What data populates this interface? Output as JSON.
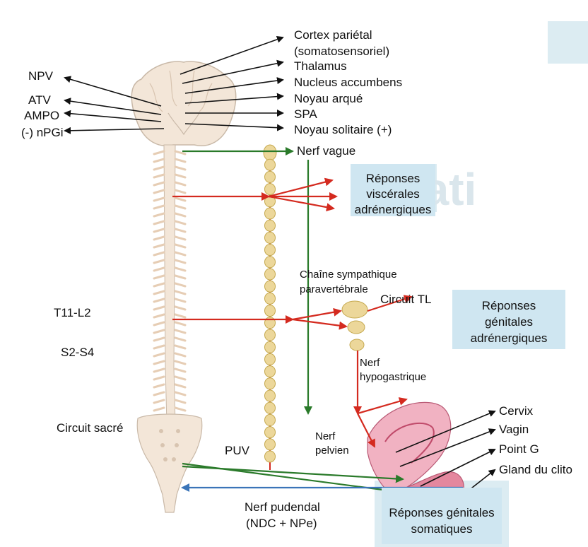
{
  "labels_left": {
    "npv": "NPV",
    "atv": "ATV",
    "ampo": "AMPO",
    "npgi": "(-) nPGi",
    "t11_l2": "T11-L2",
    "s2_s4": "S2-S4",
    "circuit_sacre": "Circuit sacré"
  },
  "labels_brain": {
    "cortex_line1": "Cortex pariétal",
    "cortex_line2": "(somatosensoriel)",
    "thalamus": "Thalamus",
    "nucleus": "Nucleus accumbens",
    "noyau_arque": "Noyau arqué",
    "spa": "SPA",
    "noyau_solitaire": "Noyau solitaire (+)"
  },
  "labels_center": {
    "nerf_vague": "Nerf vague",
    "chaine_line1": "Chaîne sympathique",
    "chaine_line2": "paravertébrale",
    "circuit_tl": "Circuit TL",
    "nerf_hypo_line1": "Nerf",
    "nerf_hypo_line2": "hypogastrique",
    "nerf_pelvien_line1": "Nerf",
    "nerf_pelvien_line2": "pelvien",
    "puv": "PUV",
    "nerf_pudendal_line1": "Nerf pudendal",
    "nerf_pudendal_line2": "(NDC + NPe)"
  },
  "labels_right": {
    "cervix": "Cervix",
    "vagin": "Vagin",
    "point_g": "Point G",
    "gland": "Gland du clito"
  },
  "boxes": {
    "visc_line1": "Réponses",
    "visc_line2": "viscérales",
    "visc_line3": "adrénergiques",
    "gen_line1": "Réponses",
    "gen_line2": "génitales",
    "gen_line3": "adrénergiques",
    "som_line1": "Réponses génitales",
    "som_line2": "somatiques"
  },
  "colors": {
    "red": "#d42a1f",
    "green": "#2a7a2a",
    "blue": "#3a74b8",
    "black": "#111111",
    "bone": "#f3e6d8",
    "ganglion": "#ecd79a",
    "box_fill": "#cfe6f1"
  }
}
